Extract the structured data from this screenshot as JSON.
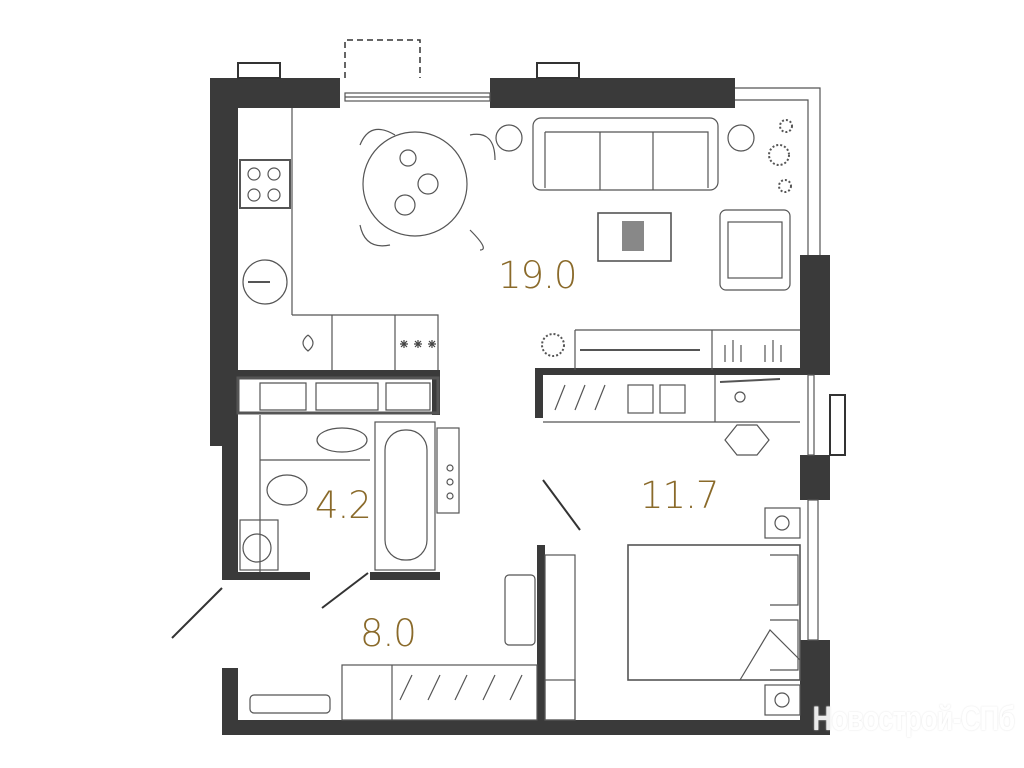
{
  "rooms": [
    {
      "name": "living-kitchen",
      "area": "19.0"
    },
    {
      "name": "bedroom",
      "area": "11.7"
    },
    {
      "name": "bathroom",
      "area": "4.2"
    },
    {
      "name": "hallway",
      "area": "8.0"
    }
  ],
  "watermark": "Новострой-СПб",
  "colors": {
    "wall": "#3a3a3a",
    "label": "#8a6a2a",
    "line": "#555555"
  }
}
